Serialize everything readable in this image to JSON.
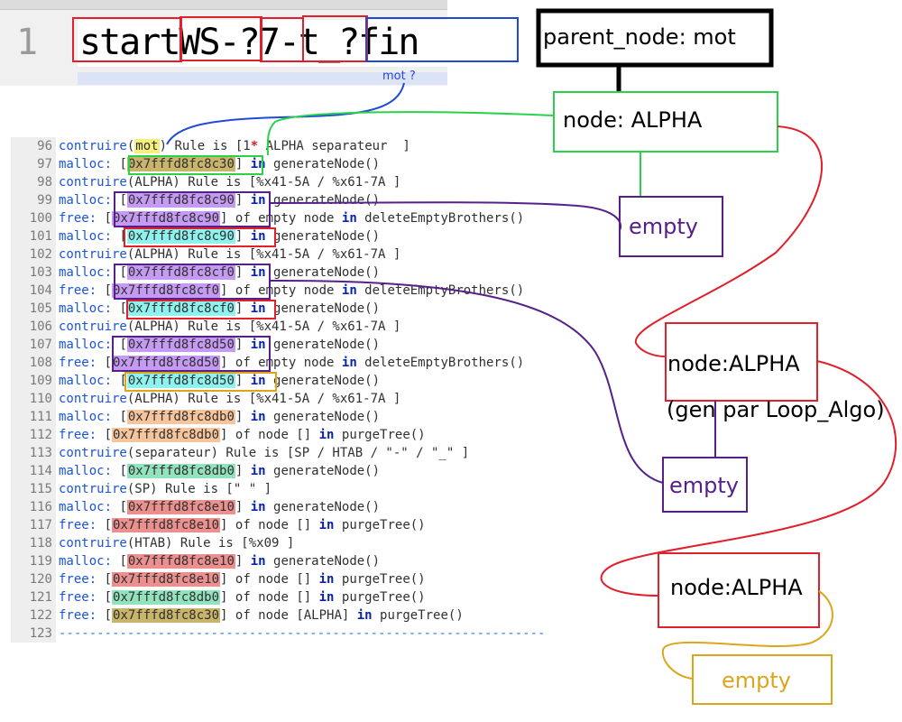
{
  "editor_line": {
    "number": "1",
    "text": "startWS-?7-t_?fin",
    "caption": "mot ?"
  },
  "code_lines": [
    {
      "n": "96",
      "parts": [
        [
          "kw",
          "contruire"
        ],
        [
          "t",
          "("
        ],
        [
          "hl:#f5f07a",
          "mot"
        ],
        [
          "t",
          ") Rule is [1"
        ],
        [
          "star",
          "*"
        ],
        [
          "t",
          " ALPHA separateur  ]"
        ]
      ]
    },
    {
      "n": "97",
      "parts": [
        [
          "kw",
          "malloc: "
        ],
        [
          "t",
          "["
        ],
        [
          "hl:#c8b46a",
          "0x7fffd8fc8c30"
        ],
        [
          "t",
          "] "
        ],
        [
          "in",
          "in"
        ],
        [
          "t",
          " generateNode()"
        ]
      ]
    },
    {
      "n": "98",
      "parts": [
        [
          "kw",
          "contruire"
        ],
        [
          "t",
          "(ALPHA) Rule is [%x41-5A / %x61-7A ]"
        ]
      ]
    },
    {
      "n": "99",
      "parts": [
        [
          "kw",
          "malloc: "
        ],
        [
          "t",
          "["
        ],
        [
          "hl:#c59af2",
          "0x7fffd8fc8c90"
        ],
        [
          "t",
          "] "
        ],
        [
          "in",
          "in"
        ],
        [
          "t",
          " generateNode()"
        ]
      ]
    },
    {
      "n": "100",
      "parts": [
        [
          "kw",
          "free: "
        ],
        [
          "t",
          "["
        ],
        [
          "hl:#c59af2",
          "0x7fffd8fc8c90"
        ],
        [
          "t",
          "] of empty node "
        ],
        [
          "in",
          "in"
        ],
        [
          "t",
          " deleteEmptyBrothers()"
        ]
      ]
    },
    {
      "n": "101",
      "parts": [
        [
          "kw",
          "malloc: "
        ],
        [
          "t",
          "["
        ],
        [
          "hl:#8ef2ef",
          "0x7fffd8fc8c90"
        ],
        [
          "t",
          "] "
        ],
        [
          "in",
          "in"
        ],
        [
          "t",
          " generateNode()"
        ]
      ]
    },
    {
      "n": "102",
      "parts": [
        [
          "kw",
          "contruire"
        ],
        [
          "t",
          "(ALPHA) Rule is [%x41-5A / %x61-7A ]"
        ]
      ]
    },
    {
      "n": "103",
      "parts": [
        [
          "kw",
          "malloc: "
        ],
        [
          "t",
          "["
        ],
        [
          "hl:#c59af2",
          "0x7fffd8fc8cf0"
        ],
        [
          "t",
          "] "
        ],
        [
          "in",
          "in"
        ],
        [
          "t",
          " generateNode()"
        ]
      ]
    },
    {
      "n": "104",
      "parts": [
        [
          "kw",
          "free: "
        ],
        [
          "t",
          "["
        ],
        [
          "hl:#c59af2",
          "0x7fffd8fc8cf0"
        ],
        [
          "t",
          "] of empty node "
        ],
        [
          "in",
          "in"
        ],
        [
          "t",
          " deleteEmptyBrothers()"
        ]
      ]
    },
    {
      "n": "105",
      "parts": [
        [
          "kw",
          "malloc: "
        ],
        [
          "t",
          "["
        ],
        [
          "hl:#8ef2ef",
          "0x7fffd8fc8cf0"
        ],
        [
          "t",
          "] "
        ],
        [
          "in",
          "in"
        ],
        [
          "t",
          " generateNode()"
        ]
      ]
    },
    {
      "n": "106",
      "parts": [
        [
          "kw",
          "contruire"
        ],
        [
          "t",
          "(ALPHA) Rule is [%x41-5A / %x61-7A ]"
        ]
      ]
    },
    {
      "n": "107",
      "parts": [
        [
          "kw",
          "malloc: "
        ],
        [
          "t",
          "["
        ],
        [
          "hl:#c59af2",
          "0x7fffd8fc8d50"
        ],
        [
          "t",
          "] "
        ],
        [
          "in",
          "in"
        ],
        [
          "t",
          " generateNode()"
        ]
      ]
    },
    {
      "n": "108",
      "parts": [
        [
          "kw",
          "free: "
        ],
        [
          "t",
          "["
        ],
        [
          "hl:#c59af2",
          "0x7fffd8fc8d50"
        ],
        [
          "t",
          "] of empty node "
        ],
        [
          "in",
          "in"
        ],
        [
          "t",
          " deleteEmptyBrothers()"
        ]
      ]
    },
    {
      "n": "109",
      "parts": [
        [
          "kw",
          "malloc: "
        ],
        [
          "t",
          "["
        ],
        [
          "hl:#8ef2ef",
          "0x7fffd8fc8d50"
        ],
        [
          "t",
          "] "
        ],
        [
          "in",
          "in"
        ],
        [
          "t",
          " generateNode()"
        ]
      ]
    },
    {
      "n": "110",
      "parts": [
        [
          "kw",
          "contruire"
        ],
        [
          "t",
          "(ALPHA) Rule is [%x41-5A / %x61-7A ]"
        ]
      ]
    },
    {
      "n": "111",
      "parts": [
        [
          "kw",
          "malloc: "
        ],
        [
          "t",
          "["
        ],
        [
          "hl:#f7c59c",
          "0x7fffd8fc8db0"
        ],
        [
          "t",
          "] "
        ],
        [
          "in",
          "in"
        ],
        [
          "t",
          " generateNode()"
        ]
      ]
    },
    {
      "n": "112",
      "parts": [
        [
          "kw",
          "free: "
        ],
        [
          "t",
          "["
        ],
        [
          "hl:#f7c59c",
          "0x7fffd8fc8db0"
        ],
        [
          "t",
          "] of node [] "
        ],
        [
          "in",
          "in"
        ],
        [
          "t",
          " purgeTree()"
        ]
      ]
    },
    {
      "n": "113",
      "parts": [
        [
          "kw",
          "contruire"
        ],
        [
          "t",
          "(separateur) Rule is [SP / HTAB / \"-\" / \"_\" ]"
        ]
      ]
    },
    {
      "n": "114",
      "parts": [
        [
          "kw",
          "malloc: "
        ],
        [
          "t",
          "["
        ],
        [
          "hl:#92e2bd",
          "0x7fffd8fc8db0"
        ],
        [
          "t",
          "] "
        ],
        [
          "in",
          "in"
        ],
        [
          "t",
          " generateNode()"
        ]
      ]
    },
    {
      "n": "115",
      "parts": [
        [
          "kw",
          "contruire"
        ],
        [
          "t",
          "(SP) Rule is [\" \" ]"
        ]
      ]
    },
    {
      "n": "116",
      "parts": [
        [
          "kw",
          "malloc: "
        ],
        [
          "t",
          "["
        ],
        [
          "hl:#ec8f8f",
          "0x7fffd8fc8e10"
        ],
        [
          "t",
          "] "
        ],
        [
          "in",
          "in"
        ],
        [
          "t",
          " generateNode()"
        ]
      ]
    },
    {
      "n": "117",
      "parts": [
        [
          "kw",
          "free: "
        ],
        [
          "t",
          "["
        ],
        [
          "hl:#ec8f8f",
          "0x7fffd8fc8e10"
        ],
        [
          "t",
          "] of node [] "
        ],
        [
          "in",
          "in"
        ],
        [
          "t",
          " purgeTree()"
        ]
      ]
    },
    {
      "n": "118",
      "parts": [
        [
          "kw",
          "contruire"
        ],
        [
          "t",
          "(HTAB) Rule is [%x09 ]"
        ]
      ]
    },
    {
      "n": "119",
      "parts": [
        [
          "kw",
          "malloc: "
        ],
        [
          "t",
          "["
        ],
        [
          "hl:#ec8f8f",
          "0x7fffd8fc8e10"
        ],
        [
          "t",
          "] "
        ],
        [
          "in",
          "in"
        ],
        [
          "t",
          " generateNode()"
        ]
      ]
    },
    {
      "n": "120",
      "parts": [
        [
          "kw",
          "free: "
        ],
        [
          "t",
          "["
        ],
        [
          "hl:#ec8f8f",
          "0x7fffd8fc8e10"
        ],
        [
          "t",
          "] of node [] "
        ],
        [
          "in",
          "in"
        ],
        [
          "t",
          " purgeTree()"
        ]
      ]
    },
    {
      "n": "121",
      "parts": [
        [
          "kw",
          "free: "
        ],
        [
          "t",
          "["
        ],
        [
          "hl:#92e2bd",
          "0x7fffd8fc8db0"
        ],
        [
          "t",
          "] of node [] "
        ],
        [
          "in",
          "in"
        ],
        [
          "t",
          " purgeTree()"
        ]
      ]
    },
    {
      "n": "122",
      "parts": [
        [
          "kw",
          "free: "
        ],
        [
          "t",
          "["
        ],
        [
          "hl:#c8b46a",
          "0x7fffd8fc8c30"
        ],
        [
          "t",
          "] of node [ALPHA] "
        ],
        [
          "in",
          "in"
        ],
        [
          "t",
          " purgeTree()"
        ]
      ]
    },
    {
      "n": "123",
      "parts": [
        [
          "sep",
          "----------------------------------------------------------------"
        ]
      ]
    }
  ],
  "diagram": {
    "parent_node": "parent_node: mot",
    "node_alpha_1": "node: ALPHA",
    "empty_1": "empty",
    "node_alpha_2": "node:ALPHA",
    "loop_note": "(gen par Loop_Algo)",
    "empty_2": "empty",
    "node_alpha_3": "node:ALPHA",
    "empty_3": "empty"
  },
  "colors": {
    "red": "#e0202b",
    "blue": "#1f4ad8",
    "green": "#2ad24a",
    "purple": "#56208a",
    "orange": "#dca61c",
    "black": "#000000"
  }
}
